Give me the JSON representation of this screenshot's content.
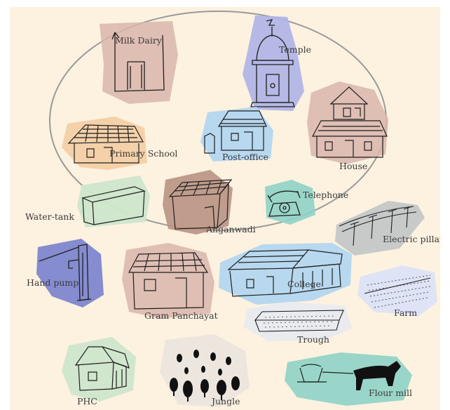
{
  "diagram": {
    "colors": {
      "background": "#fdf1e0",
      "ellipse": "#9a9a9a",
      "ink": "#1f1f1f",
      "pink": "#d9b5aa",
      "lavender": "#aeb3e6",
      "blue": "#b3d6ee",
      "orange": "#f3cda3",
      "green": "#cfe6cb",
      "brown": "#b99284",
      "teal": "#8fd2c8",
      "grey": "#c2c4c7",
      "darkblue": "#7e86cf",
      "lightblue": "#dfe3f6",
      "palegrey": "#e9ebee"
    },
    "labels": {
      "milk_dairy": "Milk Dairy",
      "temple": "Temple",
      "primary_school": "Primary School",
      "post_office": "Post-office",
      "house": "House",
      "water_tank": "Water-tank",
      "anganwadi": "Anganwadi",
      "telephone": "Telephone",
      "electric_pillar": "Electric pillar",
      "hand_pump": "Hand pump",
      "gram_panchayat": "Gram Panchayat",
      "college": "College",
      "farm": "Farm",
      "trough": "Trough",
      "phc": "PHC",
      "jungle": "Jungle",
      "flour_mill": "Flour mill"
    }
  }
}
